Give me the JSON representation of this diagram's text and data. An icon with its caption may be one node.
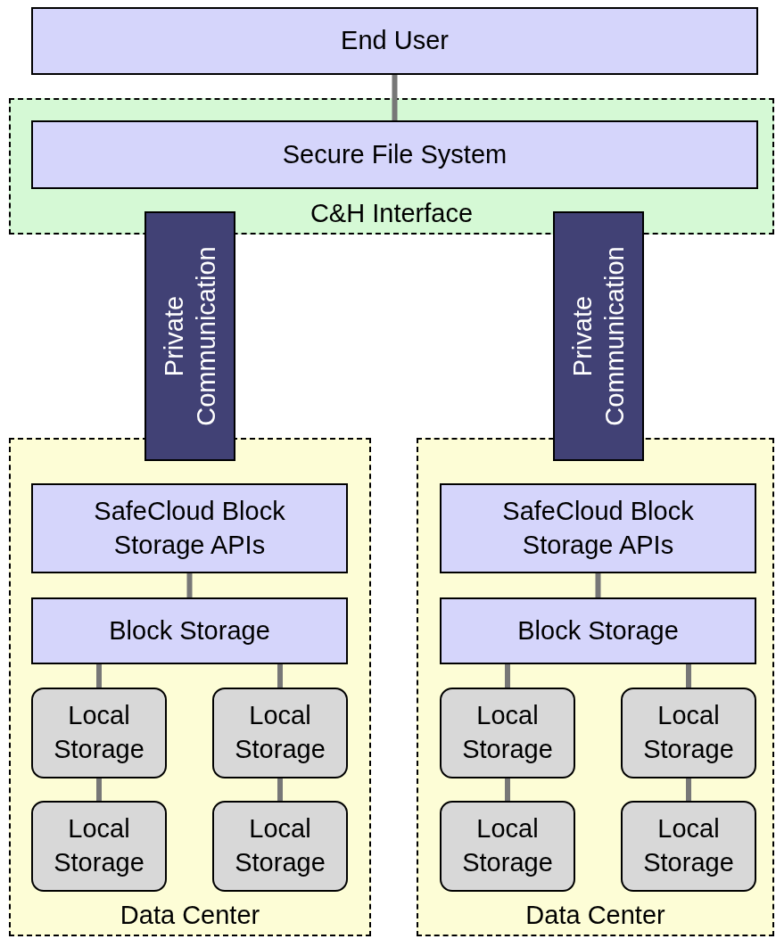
{
  "diagram": {
    "nodes": [
      {
        "text": [
          "End User"
        ]
      },
      {
        "text": [
          "C&H Interface"
        ]
      },
      {
        "text": [
          "Secure File System"
        ],
        "in": 1
      },
      {
        "text": [
          "Private Communication"
        ]
      },
      {
        "text": [
          "Private Communication"
        ]
      },
      {
        "text": [
          "Data Center"
        ]
      },
      {
        "text": [
          "SafeCloud Block Storage APIs"
        ],
        "in": 5
      },
      {
        "text": [
          "Block Storage"
        ],
        "in": 5
      },
      {
        "text": [
          "Local Storage"
        ],
        "in": 5
      },
      {
        "text": [
          "Local Storage"
        ],
        "in": 5
      },
      {
        "text": [
          "Local Storage"
        ],
        "in": 5
      },
      {
        "text": [
          "Local Storage"
        ],
        "in": 5
      },
      {
        "text": [
          "Data Center"
        ]
      },
      {
        "text": [
          "SafeCloud Block Storage APIs"
        ],
        "in": 12
      },
      {
        "text": [
          "Block Storage"
        ],
        "in": 12
      },
      {
        "text": [
          "Local Storage"
        ],
        "in": 12
      },
      {
        "text": [
          "Local Storage"
        ],
        "in": 12
      },
      {
        "text": [
          "Local Storage"
        ],
        "in": 12
      },
      {
        "text": [
          "Local Storage"
        ],
        "in": 12
      }
    ],
    "edges": [
      {
        "from": 0,
        "to": 2,
        "arrow": "none"
      },
      {
        "from": 6,
        "to": 7,
        "arrow": "none"
      },
      {
        "from": 7,
        "to": 8,
        "arrow": "none"
      },
      {
        "from": 7,
        "to": 9,
        "arrow": "none"
      },
      {
        "from": 8,
        "to": 10,
        "arrow": "none"
      },
      {
        "from": 9,
        "to": 11,
        "arrow": "none"
      },
      {
        "from": 13,
        "to": 14,
        "arrow": "none"
      },
      {
        "from": 14,
        "to": 15,
        "arrow": "none"
      },
      {
        "from": 14,
        "to": 16,
        "arrow": "none"
      },
      {
        "from": 15,
        "to": 17,
        "arrow": "none"
      },
      {
        "from": 16,
        "to": 18,
        "arrow": "none"
      }
    ]
  }
}
